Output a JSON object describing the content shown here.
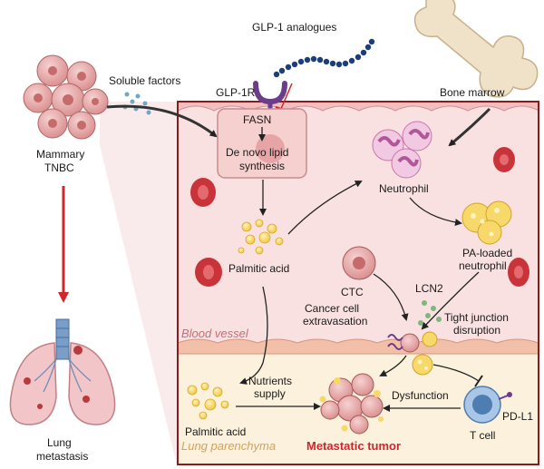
{
  "labels": {
    "glp1_analogues": "GLP-1 analogues",
    "soluble_factors": "Soluble factors",
    "glp1r": "GLP-1R",
    "fasn": "FASN",
    "de_novo_1": "De novo lipid",
    "de_novo_2": "synthesis",
    "mammary_1": "Mammary",
    "mammary_2": "TNBC",
    "bone_marrow": "Bone marrow",
    "neutrophil": "Neutrophil",
    "pa_loaded_1": "PA-loaded",
    "pa_loaded_2": "neutrophil",
    "palmitic_acid_vessel": "Palmitic acid",
    "ctc": "CTC",
    "lcn2": "LCN2",
    "cancer_cell_1": "Cancer cell",
    "cancer_cell_2": "extravasation",
    "tight_junction_1": "Tight junction",
    "tight_junction_2": "disruption",
    "blood_vessel": "Blood vessel",
    "nutrients_1": "Nutrients",
    "nutrients_2": "supply",
    "dysfunction": "Dysfunction",
    "pd_l1": "PD-L1",
    "palmitic_acid_lung": "Palmitic acid",
    "t_cell": "T cell",
    "lung_parenchyma": "Lung parenchyma",
    "metastatic_tumor": "Metastatic tumor",
    "lung_1": "Lung",
    "lung_2": "metastasis"
  },
  "colors": {
    "vessel_bg": "#f9e1e1",
    "parenchyma_bg": "#fbf1dc",
    "frame": "#8b1a1a",
    "tumor_cell": "#e6a7a7",
    "rbc": "#c8343a",
    "neutrophil": "#d77bb5",
    "fat": "#f4cf4f",
    "tcell": "#5d8fc4",
    "accent_red": "#d0262b",
    "dots": "#6fa7c9",
    "lcn2_dots": "#7cb87b"
  }
}
